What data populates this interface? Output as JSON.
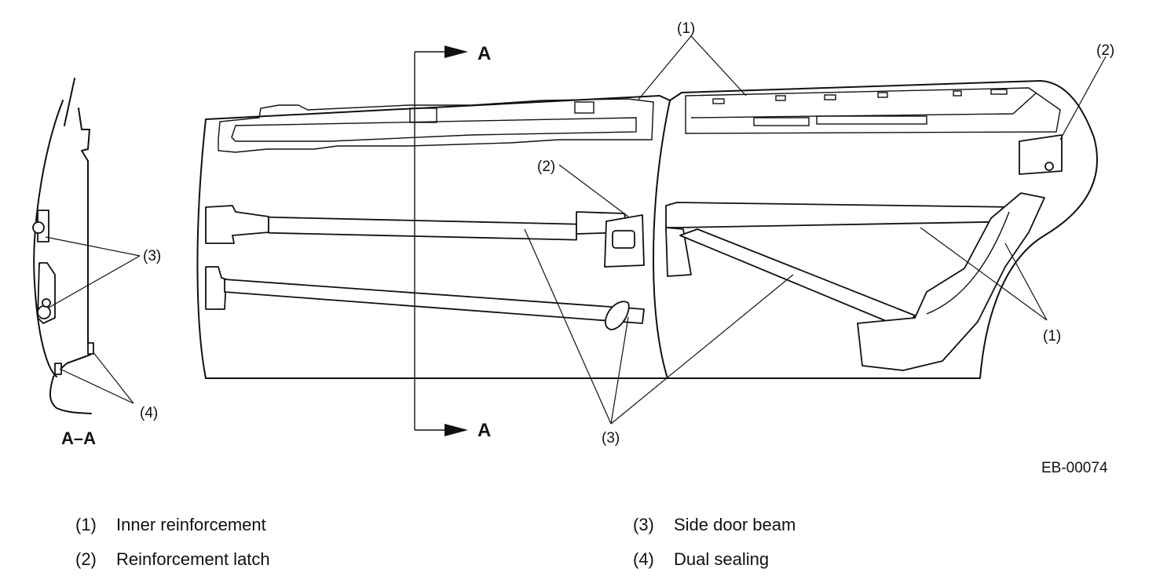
{
  "diagram": {
    "section_arrow_label": "A",
    "section_label": "A–A",
    "figure_code": "EB-00074",
    "callouts": {
      "inner_reinforcement": "(1)",
      "reinforcement_latch": "(2)",
      "side_door_beam": "(3)",
      "dual_sealing": "(4)"
    }
  },
  "legend": [
    {
      "number": "(1)",
      "label": "Inner reinforcement"
    },
    {
      "number": "(2)",
      "label": "Reinforcement latch"
    },
    {
      "number": "(3)",
      "label": "Side door beam"
    },
    {
      "number": "(4)",
      "label": "Dual sealing"
    }
  ]
}
